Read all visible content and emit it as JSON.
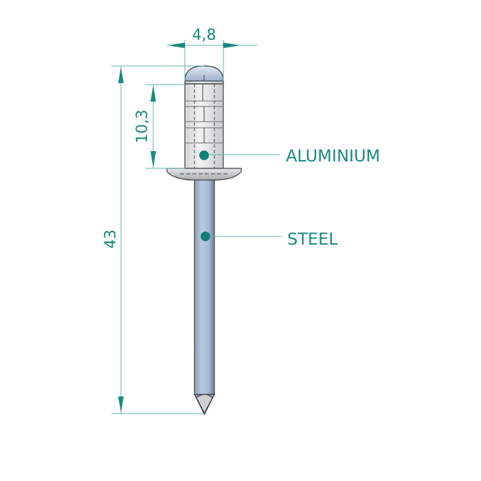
{
  "diagram": {
    "type": "technical-drawing",
    "subject": "blind rivet",
    "accent_color": "#1a8a80",
    "dimensions": {
      "head_diameter": {
        "value": "4,8"
      },
      "body_length": {
        "value": "10,3"
      },
      "total_length": {
        "value": "43"
      }
    },
    "materials": [
      {
        "label": "ALUMINIUM",
        "part": "rivet body"
      },
      {
        "label": "STEEL",
        "part": "mandrel"
      }
    ]
  }
}
